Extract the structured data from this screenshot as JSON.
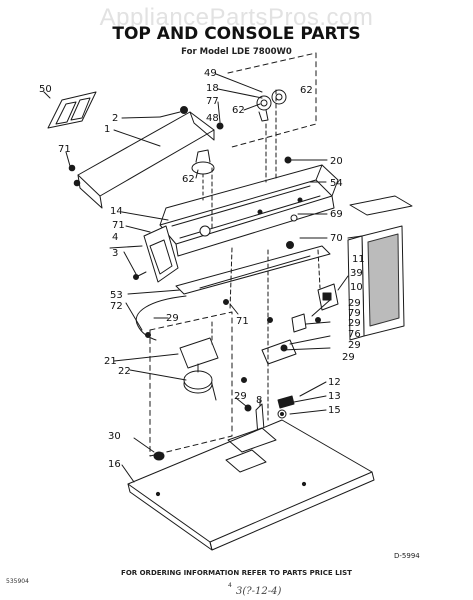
{
  "watermark": "AppliancePartsPros.com",
  "title": "TOP AND CONSOLE PARTS",
  "model": "For Model LDE 7800W0",
  "diagram_code": "D-5994",
  "footer": "FOR ORDERING INFORMATION REFER TO PARTS PRICE LIST",
  "footer_left_code": "535904",
  "footer_page": "4",
  "footer_handwriting": "3(?-12-4)",
  "callouts": [
    "50",
    "2",
    "1",
    "71",
    "49",
    "18",
    "77",
    "48",
    "62",
    "62",
    "62",
    "20",
    "54",
    "14",
    "71",
    "4",
    "3",
    "69",
    "70",
    "11",
    "39",
    "10",
    "53",
    "72",
    "29",
    "71",
    "29",
    "79",
    "29",
    "76",
    "29",
    "29",
    "21",
    "22",
    "12",
    "13",
    "15",
    "29",
    "8",
    "30",
    "16"
  ]
}
